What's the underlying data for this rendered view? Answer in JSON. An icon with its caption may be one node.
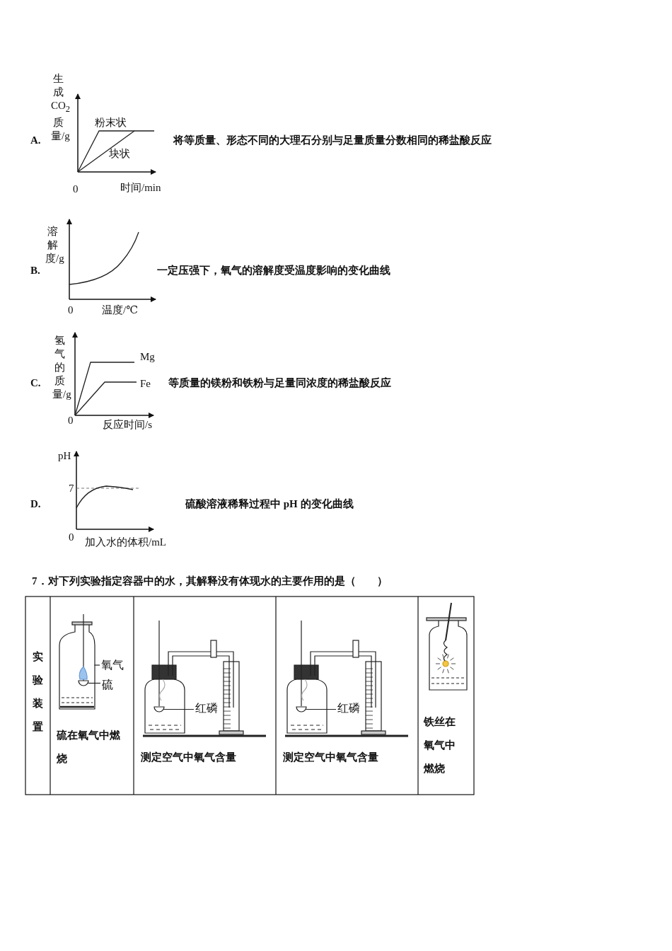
{
  "diagram": {
    "nodes": [
      {
        "text": [
          "氧气"
        ]
      },
      {
        "text": [
          "硫"
        ]
      },
      {
        "text": [
          "红磷"
        ]
      },
      {
        "text": [
          "红磷"
        ]
      },
      {
        "text": [],
        "shape": "picture",
        "in": 7
      },
      {
        "text": [],
        "shape": "picture"
      },
      {
        "text": [],
        "shape": "picture"
      },
      {
        "text": [],
        "shape": "picture"
      }
    ],
    "edges": [
      {
        "from": 0,
        "to": 7,
        "arrow": "none"
      },
      {
        "from": 1,
        "to": 4,
        "arrow": "none"
      },
      {
        "from": 2,
        "to": 5,
        "arrow": "none"
      },
      {
        "from": 3,
        "to": 6,
        "arrow": "none"
      }
    ],
    "labels": [
      "A.",
      "生成CO$_{2}$质量/g",
      "粉末状",
      "块状",
      "0",
      "时间/min",
      "将等质量、形态不同的大理石分别与足量质量分数相同的稀盐酸反应",
      "B.",
      "溶解度/g",
      "0",
      "温度/℃",
      "一定压强下，氧气的溶解度受温度影响的变化曲线",
      "C.",
      "氢气的质量/g",
      "Mg",
      "Fe",
      "0",
      "反应时间/s",
      "等质量的镁粉和铁粉与足量同浓度的稀盐酸反应",
      "D.",
      "pH",
      "7",
      "0",
      "加入水的体积/mL",
      "硫酸溶液稀释过程中 pH 的变化曲线",
      "7．对下列实验指定容器中的水，其解释没有体现水的主要作用的是（　　）",
      "实验装置",
      "硫在氧气中燃烧",
      "测定空气中氧气含量",
      "测定空气中氧气含量",
      "铁丝在氧气中燃烧"
    ]
  }
}
